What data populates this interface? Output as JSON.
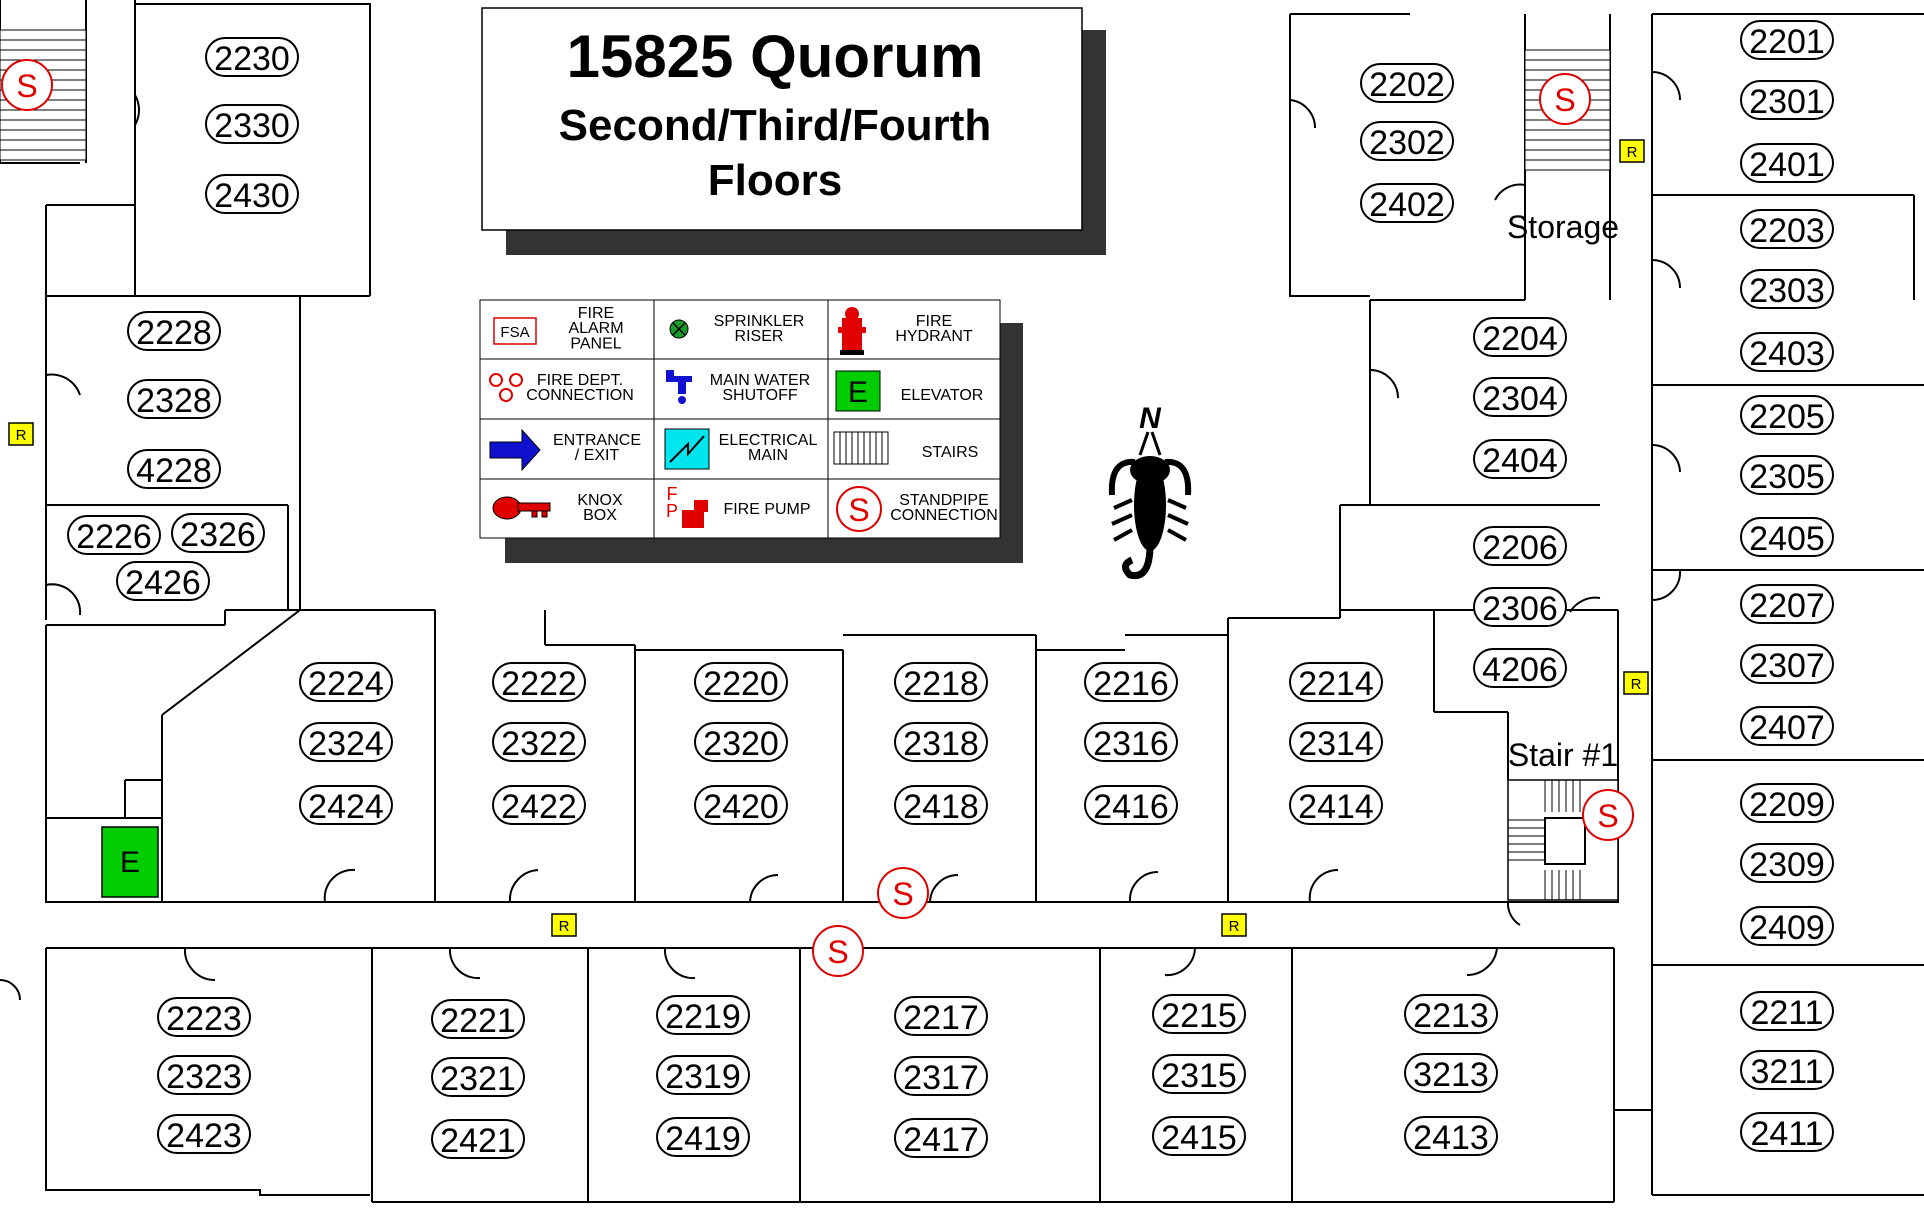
{
  "title": {
    "line1": "15825 Quorum",
    "line2": "Second/Third/Fourth",
    "line3": "Floors"
  },
  "legend": {
    "fire_alarm_panel": {
      "icon": "FSA",
      "label": "FIRE\nALARM\nPANEL"
    },
    "sprinkler_riser": {
      "label": "SPRINKLER\nRISER"
    },
    "fire_hydrant": {
      "label": "FIRE\nHYDRANT"
    },
    "fire_dept_connection": {
      "label": "FIRE DEPT.\nCONNECTION"
    },
    "main_water_shutoff": {
      "label": "MAIN WATER\nSHUTOFF"
    },
    "elevator": {
      "icon": "E",
      "label": "ELEVATOR"
    },
    "entrance_exit": {
      "label": "ENTRANCE\n/ EXIT"
    },
    "electrical_main": {
      "label": "ELECTRICAL\nMAIN"
    },
    "stairs": {
      "label": "STAIRS"
    },
    "knox_box": {
      "label": "KNOX\nBOX"
    },
    "fire_pump": {
      "icon": "F\nP",
      "label": "FIRE PUMP"
    },
    "standpipe_connection": {
      "icon": "S",
      "label": "STANDPIPE\nCONNECTION"
    }
  },
  "north_label": "N",
  "labels": {
    "storage": "Storage",
    "stair1": "Stair #1",
    "elevator": "E",
    "riser": "R",
    "standpipe": "S"
  },
  "colors": {
    "standpipe": "#e00000",
    "riser": "#ffff00",
    "elevator": "#00cc00",
    "electrical": "#00e5ee",
    "arrow": "#1010d0",
    "shadow": "#333333"
  },
  "rooms": [
    [
      "2230",
      "2330",
      "2430"
    ],
    [
      "2228",
      "2328",
      "4228"
    ],
    [
      "2226",
      "2326",
      "2426"
    ],
    [
      "2202",
      "2302",
      "2402"
    ],
    [
      "2201",
      "2301",
      "2401"
    ],
    [
      "2203",
      "2303",
      "2403"
    ],
    [
      "2204",
      "2304",
      "2404"
    ],
    [
      "2205",
      "2305",
      "2405"
    ],
    [
      "2206",
      "2306",
      "4206"
    ],
    [
      "2207",
      "2307",
      "2407"
    ],
    [
      "2224",
      "2324",
      "2424"
    ],
    [
      "2222",
      "2322",
      "2422"
    ],
    [
      "2220",
      "2320",
      "2420"
    ],
    [
      "2218",
      "2318",
      "2418"
    ],
    [
      "2216",
      "2316",
      "2416"
    ],
    [
      "2214",
      "2314",
      "2414"
    ],
    [
      "2209",
      "2309",
      "2409"
    ],
    [
      "2223",
      "2323",
      "2423"
    ],
    [
      "2221",
      "2321",
      "2421"
    ],
    [
      "2219",
      "2319",
      "2419"
    ],
    [
      "2217",
      "2317",
      "2417"
    ],
    [
      "2215",
      "2315",
      "2415"
    ],
    [
      "2213",
      "3213",
      "2413"
    ],
    [
      "2211",
      "3211",
      "2411"
    ]
  ]
}
